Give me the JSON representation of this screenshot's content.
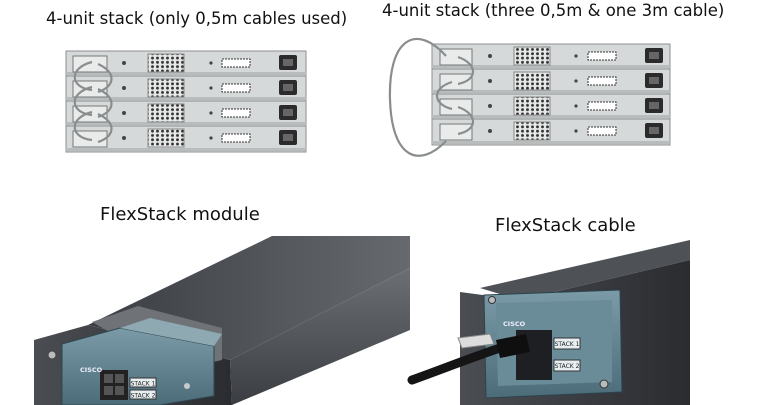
{
  "panels": {
    "stack_short_cables": {
      "caption": "4-unit stack (only 0,5m cables used)",
      "unit_count": 4
    },
    "stack_long_cable": {
      "caption": "4-unit stack (three 0,5m & one 3m cable)",
      "unit_count": 4
    },
    "module_photo": {
      "caption": "FlexStack module",
      "logo_text": "CISCO",
      "module_port_labels": [
        "STACK 1",
        "STACK 2"
      ]
    },
    "cable_photo": {
      "caption": "FlexStack cable",
      "logo_text": "CISCO",
      "module_port_labels": [
        "STACK 1",
        "STACK 2"
      ]
    }
  },
  "colors": {
    "chassis_face": "#d9dcdc",
    "chassis_edge": "#8c8f90",
    "dark_metal": "#3b3f44",
    "module_blue": "#5c7f8c",
    "cable_black": "#151515"
  },
  "icons": [
    "switch-unit-icon",
    "stack-cable-icon",
    "vent-grille-icon",
    "power-inlet-icon"
  ]
}
